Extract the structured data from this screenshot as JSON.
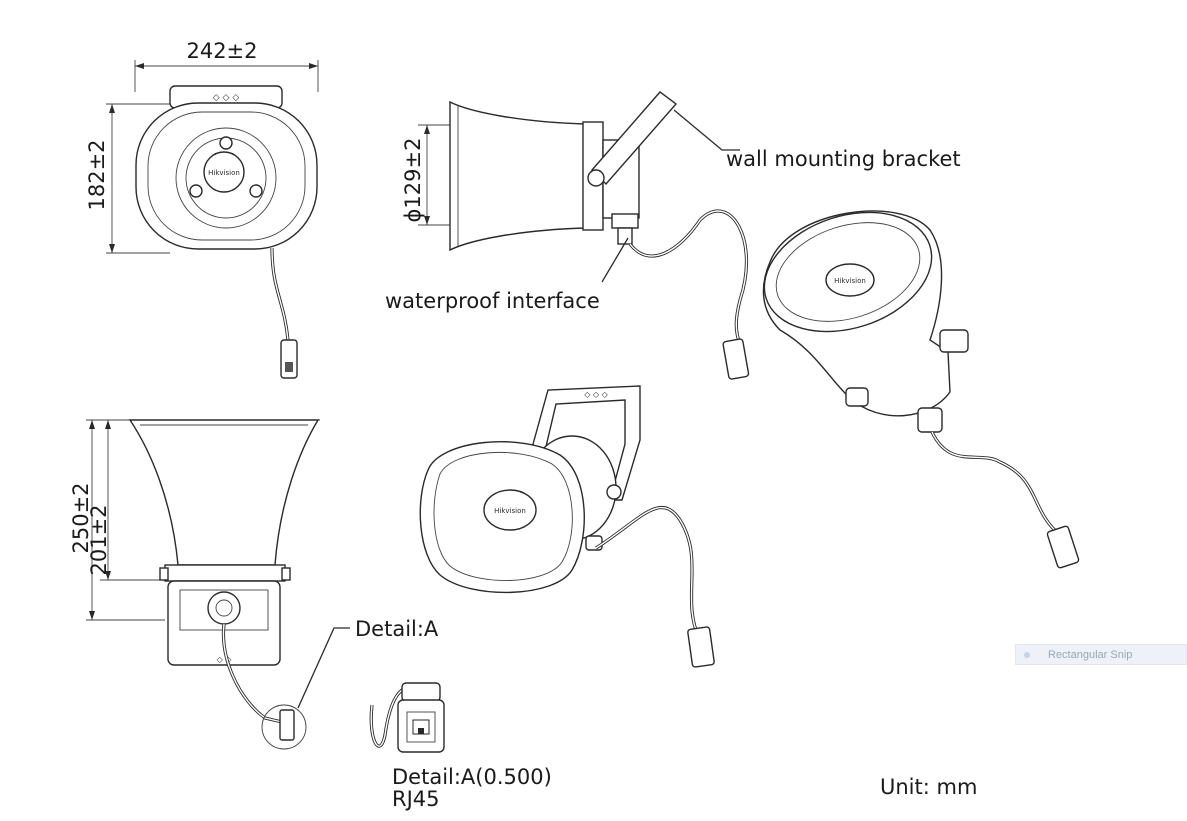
{
  "dimensions": {
    "width": "242±2",
    "height": "182±2",
    "diameter": "ϕ129±2",
    "total_height": "250±2",
    "horn_height": "201±2"
  },
  "callouts": {
    "bracket": "wall mounting bracket",
    "interface": "waterproof interface",
    "detail": "Detail:A",
    "detail_scale": "Detail:A(0.500)",
    "connector": "RJ45"
  },
  "unit": "Unit: mm",
  "logo_text": "Hikvision",
  "overlay": {
    "snip_label": "Rectangular Snip"
  },
  "colors": {
    "line": "#2a2a2a",
    "background": "#ffffff"
  }
}
